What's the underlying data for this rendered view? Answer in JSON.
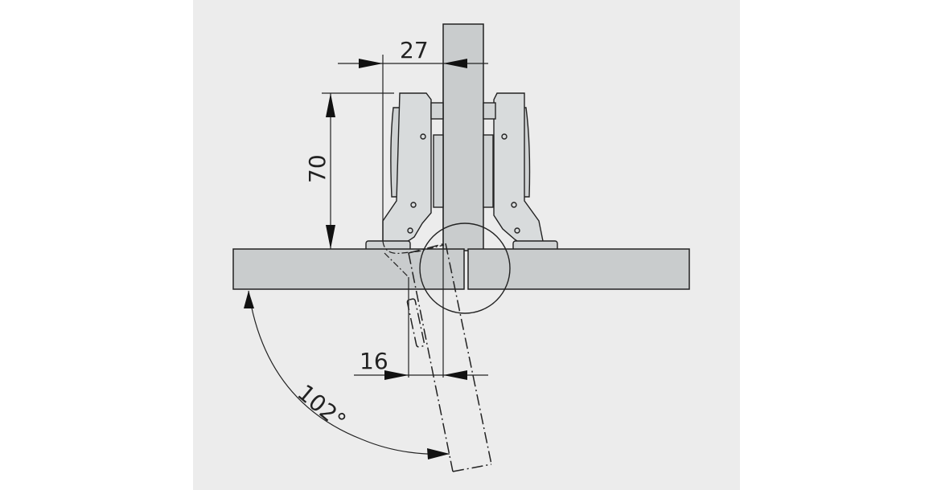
{
  "diagram": {
    "subject": "Concealed cabinet hinge, 102° opening, center panel mounting",
    "colors": {
      "page_background": "#ffffff",
      "panel_background": "#ececec",
      "part_fill": "#c9cccd",
      "hinge_fill": "#d6d9da",
      "line": "#222222"
    },
    "dimensions": {
      "top_width": {
        "value": "27",
        "label": "27"
      },
      "height": {
        "value": "70",
        "label": "70"
      },
      "door_offset": {
        "value": "16",
        "label": "16"
      },
      "opening_angle": {
        "value": "102",
        "label": "102°"
      }
    },
    "parts": [
      {
        "name": "center-partition",
        "label": "Center partition (vertical panel)"
      },
      {
        "name": "left-hinge",
        "label": "Left hinge arm"
      },
      {
        "name": "right-hinge",
        "label": "Right hinge arm"
      },
      {
        "name": "left-door",
        "label": "Left door (closed)"
      },
      {
        "name": "right-door",
        "label": "Right door (closed)"
      },
      {
        "name": "open-door",
        "label": "Door at open position (dash-dot)"
      },
      {
        "name": "detail-circle",
        "label": "Detail circle"
      }
    ]
  }
}
